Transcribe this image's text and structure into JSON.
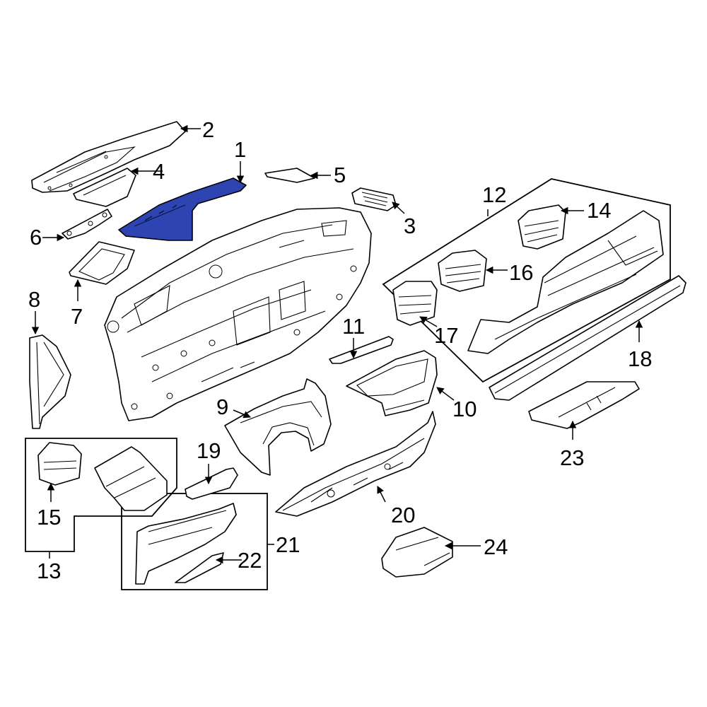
{
  "diagram": {
    "highlight_color": "#2e44b0",
    "line_color": "#000000",
    "background": "#ffffff"
  },
  "callouts": {
    "c1": "1",
    "c2": "2",
    "c3": "3",
    "c4": "4",
    "c5": "5",
    "c6": "6",
    "c7": "7",
    "c8": "8",
    "c9": "9",
    "c10": "10",
    "c11": "11",
    "c12": "12",
    "c13": "13",
    "c14": "14",
    "c15": "15",
    "c16": "16",
    "c17": "17",
    "c18": "18",
    "c19": "19",
    "c20": "20",
    "c21": "21",
    "c22": "22",
    "c23": "23",
    "c24": "24"
  }
}
